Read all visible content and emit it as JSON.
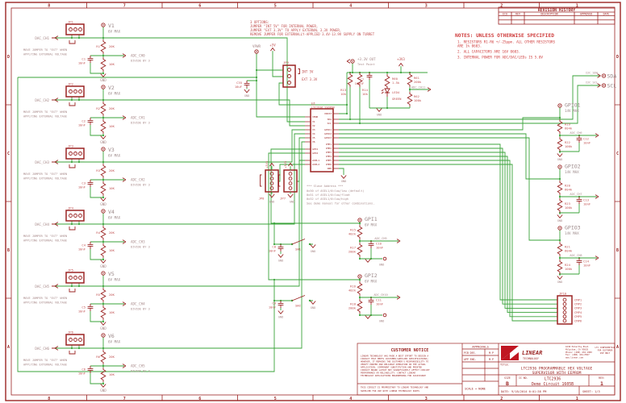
{
  "frame": {
    "cols": [
      "8",
      "7",
      "6",
      "5",
      "4",
      "3",
      "2",
      "1"
    ],
    "rows": [
      "D",
      "C",
      "B",
      "A"
    ]
  },
  "revision": {
    "title": "REVISION HISTORY",
    "col_eco": "ECO",
    "col_rev": "REV",
    "col_desc": "DESCRIPTION",
    "col_appr": "APPROVED",
    "col_date": "DATE"
  },
  "notes": {
    "heading": "NOTES: UNLESS OTHERWISE SPECIFIED",
    "l1": "1. RESISTORS R1-R6 +/-25ppm. ALL OTHER RESISTORS",
    "l2": "ARE 1% 0603.",
    "l3": "2. ALL CAPACITORS ARE 16V 0603.",
    "l4": "3. INTERNAL POWER FOR ADC/DAC/LEDs IS 5.0V"
  },
  "options": {
    "l1": "3 OPTIONS:",
    "l2": "JUMPER \"INT 5V\" FOR INTERNAL POWER,",
    "l3": "JUMPER \"EXT 3.3V\" TO APPLY EXTERNAL 3.3V POWER,",
    "l4": "REMOVE JUMPER FOR EXTERNALLY-APPLIED 3.4V-13.9V SUPPLY ON TURRET"
  },
  "power": {
    "vpwr": "VPWR",
    "p5": "+5V",
    "jp9": "JP9",
    "int5": "INT 5V",
    "ext33": "EXT 3.3V",
    "c35": "C35",
    "c35v": "10uF",
    "gnd": "GND",
    "p3v3": "+3V3",
    "out1": "+3.3V OUT",
    "out2": "Test Point",
    "c7": "C7",
    "c7v": "100nF",
    "r60": "R60",
    "r60v": "1.5k",
    "led": "LED4",
    "ledv": "GREEN",
    "r61": "R61",
    "r61v": "200k",
    "adc11": "ADC_CH11",
    "r62": "R62",
    "r62v": "100k",
    "r13": "R13",
    "r13v": "10k",
    "r14": "R14",
    "r14v": "10k"
  },
  "i2c": {
    "sda_net": "I2C_SDA",
    "scl_net": "I2C_SCL",
    "sda": "SDA",
    "scl": "SCL"
  },
  "ic": {
    "ref": "U1",
    "part": "LTC2936_SSOPGN",
    "gnd": "GND",
    "left": [
      "VPWR",
      "V1",
      "V2",
      "V3",
      "V4",
      "V5",
      "V6",
      "GPI1",
      "GPI2",
      "ASEL1",
      "ASEL2"
    ],
    "right": [
      "VDD33",
      "SDA",
      "SCL",
      "GPIO1",
      "GPIO2",
      "GPIO3",
      "CMP1",
      "CMP2",
      "CMP3",
      "CMP4",
      "CMP5",
      "CMP6",
      "GND"
    ]
  },
  "slave": {
    "l1": "*** Slave Address ***",
    "l2": "0x50 if ASEL1/0=low/low (default)",
    "l3": "0x51 if ASEL1/0=low/float",
    "l4": "0x52 if ASEL1/0=low/high",
    "l5": "See demo manual for other combinations."
  },
  "asel": {
    "jp8": "JP8",
    "jp7": "JP7",
    "p3v3": "+3V3",
    "gnd": "GND"
  },
  "jp10": {
    "label": "JP10",
    "pins": [
      "CMP1",
      "CMP2",
      "CMP3",
      "CMP4",
      "CMP5",
      "CMP6"
    ]
  },
  "v_sections": [
    {
      "jp": "JP1",
      "dac": "DAC_CH1",
      "name": "V1",
      "max": "6V MAX",
      "note1": "MOVE JUMPER TO \"EXT\" WHEN",
      "note2": "APPLYING EXTERNAL VOLTAGE",
      "r": "R1",
      "rv": "20K",
      "r2v": "10K",
      "c": "C1",
      "cv": "10nF",
      "adc": "ADC_CH0",
      "div": "DIVIDE BY 3",
      "gnd": "GND"
    },
    {
      "jp": "JP2",
      "dac": "DAC_CH2",
      "name": "V2",
      "max": "6V MAX",
      "note1": "MOVE JUMPER TO \"EXT\" WHEN",
      "note2": "APPLYING EXTERNAL VOLTAGE",
      "r": "R2",
      "rv": "20K",
      "r2v": "10K",
      "c": "C2",
      "cv": "10nF",
      "adc": "ADC_CH1",
      "div": "DIVIDE BY 3",
      "gnd": "GND"
    },
    {
      "jp": "JP3",
      "dac": "DAC_CH3",
      "name": "V3",
      "max": "6V MAX",
      "note1": "MOVE JUMPER TO \"EXT\" WHEN",
      "note2": "APPLYING EXTERNAL VOLTAGE",
      "r": "R3",
      "rv": "20K",
      "r2v": "10K",
      "c": "C3",
      "cv": "10nF",
      "adc": "ADC_CH2",
      "div": "DIVIDE BY 3",
      "gnd": "GND"
    },
    {
      "jp": "JP4",
      "dac": "DAC_CH4",
      "name": "V4",
      "max": "6V MAX",
      "note1": "MOVE JUMPER TO \"EXT\" WHEN",
      "note2": "APPLYING EXTERNAL VOLTAGE",
      "r": "R4",
      "rv": "20K",
      "r2v": "10K",
      "c": "C4",
      "cv": "10nF",
      "adc": "ADC_CH3",
      "div": "DIVIDE BY 3",
      "gnd": "GND"
    },
    {
      "jp": "JP5",
      "dac": "DAC_CH5",
      "name": "V5",
      "max": "6V MAX",
      "note1": "MOVE JUMPER TO \"EXT\" WHEN",
      "note2": "APPLYING EXTERNAL VOLTAGE",
      "r": "R5",
      "rv": "20K",
      "r2v": "10K",
      "c": "C5",
      "cv": "10nF",
      "adc": "ADC_CH4",
      "div": "DIVIDE BY 3",
      "gnd": "GND"
    },
    {
      "jp": "JP6",
      "dac": "DAC_CH6",
      "name": "V6",
      "max": "6V MAX",
      "note1": "MOVE JUMPER TO \"EXT\" WHEN",
      "note2": "APPLYING EXTERNAL VOLTAGE",
      "r": "R6",
      "rv": "20K",
      "r2v": "10K",
      "c": "C6",
      "cv": "10nF",
      "adc": "ADC_CH5",
      "div": "DIVIDE BY 3",
      "gnd": "GND"
    }
  ],
  "gpio_sections": [
    {
      "name": "GPIO1",
      "max": "14V MAX",
      "rt": "R19",
      "rtv": "604k",
      "rb": "R22",
      "rbv": "100k",
      "c": "C12",
      "cv": "10nF",
      "adc": "ADC_CH6",
      "gnd": "GND"
    },
    {
      "name": "GPIO2",
      "max": "14V MAX",
      "rt": "R20",
      "rtv": "604k",
      "rb": "R23",
      "rbv": "100k",
      "c": "C13",
      "cv": "10nF",
      "adc": "ADC_CH7",
      "gnd": "GND"
    },
    {
      "name": "GPIO3",
      "max": "14V MAX",
      "rt": "R21",
      "rtv": "604k",
      "rb": "R24",
      "rbv": "100k",
      "c": "C14",
      "cv": "10nF",
      "adc": "ADC_CH8",
      "gnd": "GND"
    }
  ],
  "gpi_sections": [
    {
      "name": "GPI1",
      "max": "6V MAX",
      "rt": "R15",
      "rtv": "402k",
      "rb": "R17",
      "rbv": "200k",
      "c": "C10",
      "cv": "10nF",
      "adc": "ADC_CH9",
      "sw": "SW1",
      "cl": "C8",
      "clv": "10nF",
      "gnd": "GND"
    },
    {
      "name": "GPI2",
      "max": "6V MAX",
      "rt": "R16",
      "rtv": "402k",
      "rb": "R18",
      "rbv": "200k",
      "c": "C11",
      "cv": "10nF",
      "adc": "ADC_CH10",
      "sw": "SW2",
      "cl": "C9",
      "clv": "10nF",
      "gnd": "GND"
    }
  ],
  "tb": {
    "notice_title": "CUSTOMER NOTICE",
    "notice": [
      "LINEAR TECHNOLOGY HAS MADE A BEST EFFORT TO DESIGN A",
      "CIRCUIT THAT MEETS CUSTOMER-SUPPLIED SPECIFICATIONS;",
      "HOWEVER, IT REMAINS THE CUSTOMER'S RESPONSIBILITY TO",
      "VERIFY PROPER AND RELIABLE OPERATION IN THE ACTUAL",
      "APPLICATION. COMPONENT SUBSTITUTION AND PRINTED",
      "CIRCUIT BOARD LAYOUT MAY SIGNIFICANTLY AFFECT CIRCUIT",
      "PERFORMANCE OR RELIABILITY. CONTACT LINEAR",
      "TECHNOLOGY APPLICATIONS ENGINEERING FOR ASSISTANCE"
    ],
    "notice_footer1": "THIS CIRCUIT IS PROPRIETARY TO LINEAR TECHNOLOGY AND",
    "notice_footer2": "SUPPLIED FOR USE WITH LINEAR TECHNOLOGY PARTS",
    "approvals": "APPROVALS",
    "pcb_des": "PCB DES.",
    "pcb_init": "M.P",
    "app_eng": "APP ENG.",
    "app_init": "M.P",
    "scale": "SCALE = NONE",
    "brand1": "LINEAR",
    "brand2": "TECHNOLOGY",
    "addr1": "1630 McCarthy Blvd.",
    "addr2": "Milpitas, CA 95035",
    "addr3": "Phone: (408) 432-1900",
    "addr4": "Fax: (408) 434-0507",
    "web": "www.linear.com",
    "conf1": "LTC CONFIDENTIAL",
    "conf2": "FOR CUSTOMER",
    "conf3": "USE ONLY",
    "title_label": "TITLE:",
    "title1": "LTC2936 PROGRAMMABLE HEX VOLTAGE",
    "title2": "SUPERVISOR WITH EEPROM",
    "size_label": "SIZE",
    "size": "B",
    "icno_label": "IC NO.",
    "ic1": "LTC2936",
    "ic2": "Demo Circuit 1605B",
    "rev_label": "REV:",
    "rev": "1",
    "date": "DATE: 9/18/2014 6:01:38 PM",
    "sheet": "SHEET: 1/3"
  }
}
